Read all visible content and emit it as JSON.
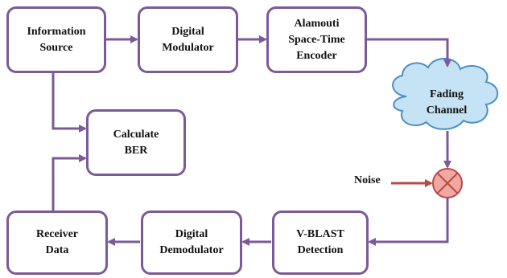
{
  "diagram": {
    "blocks": {
      "information_source": "Information\nSource",
      "digital_modulator": "Digital\nModulator",
      "alamouti_encoder": "Alamouti\nSpace-Time\nEncoder",
      "calculate_ber": "Calculate\nBER",
      "receiver_data": "Receiver\nData",
      "digital_demodulator": "Digital\nDemodulator",
      "vblast_detection": "V-BLAST\nDetection"
    },
    "fading_channel": "Fading\nChannel",
    "noise_label": "Noise",
    "colors": {
      "block_border": "#7b5a97",
      "arrow": "#7b5a97",
      "cloud_fill": "#c5e3f5",
      "cloud_stroke": "#4a8fc7",
      "noise_arrow": "#b84a4a",
      "mixer_fill": "#f0a9a0",
      "mixer_stroke": "#b84a4a"
    }
  }
}
